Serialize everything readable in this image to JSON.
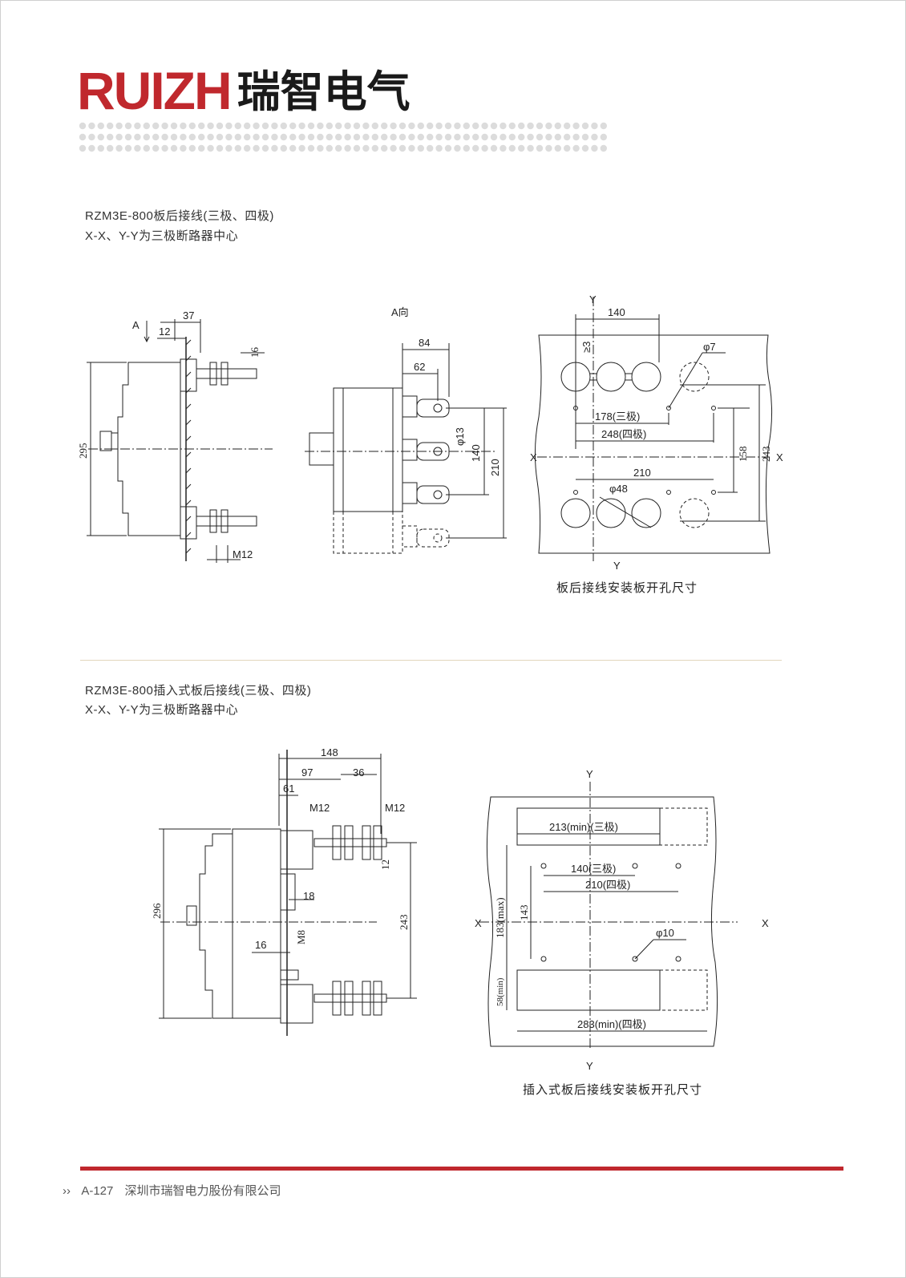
{
  "logo": {
    "brand_en": "RUIZH",
    "brand_cn": "瑞智电气"
  },
  "colors": {
    "brand_red": "#c0282d",
    "dot_gray": "#dcdcdc",
    "divider": "#e2d6bd"
  },
  "section1": {
    "title": "RZM3E-800板后接线(三极、四极)",
    "subtitle": "X-X、Y-Y为三极断路器中心",
    "side_view": {
      "view_marker": "A",
      "dims": {
        "d37": "37",
        "d12": "12",
        "d16": "16",
        "d295": "295",
        "m12": "M12"
      }
    },
    "a_view": {
      "label": "A向",
      "dims": {
        "d84": "84",
        "d62": "62",
        "phi13": "φ13",
        "d140": "140",
        "d210": "210"
      }
    },
    "cutout": {
      "y_top": "Y",
      "y_bottom": "Y",
      "x_left": "X",
      "x_right": "X",
      "d140": "140",
      "ge3": "≥3",
      "phi7": "φ7",
      "d178": "178(三极)",
      "d248": "248(四极)",
      "d158": "158",
      "d243": "243",
      "d210": "210",
      "phi48": "φ48"
    },
    "caption": "板后接线安装板开孔尺寸"
  },
  "section2": {
    "title": "RZM3E-800插入式板后接线(三极、四极)",
    "subtitle": "X-X、Y-Y为三极断路器中心",
    "side_view": {
      "dims": {
        "d148": "148",
        "d97": "97",
        "d36": "36",
        "d61": "61",
        "m12a": "M12",
        "m12b": "M12",
        "d12": "12",
        "d18": "18",
        "d296": "296",
        "d243": "243",
        "d16": "16",
        "m8": "M8"
      }
    },
    "cutout": {
      "y_top": "Y",
      "y_bottom": "Y",
      "x_left": "X",
      "x_right": "X",
      "d213": "213(min)(三极)",
      "d140": "140(三极)",
      "d210": "210(四极)",
      "d183": "183(max)",
      "d143": "143",
      "phi10": "φ10",
      "d58": "58(min)",
      "d283": "283(min)(四极)"
    },
    "caption": "插入式板后接线安装板开孔尺寸"
  },
  "footer": {
    "chevrons": "››",
    "page": "A-127",
    "company": "深圳市瑞智电力股份有限公司"
  }
}
